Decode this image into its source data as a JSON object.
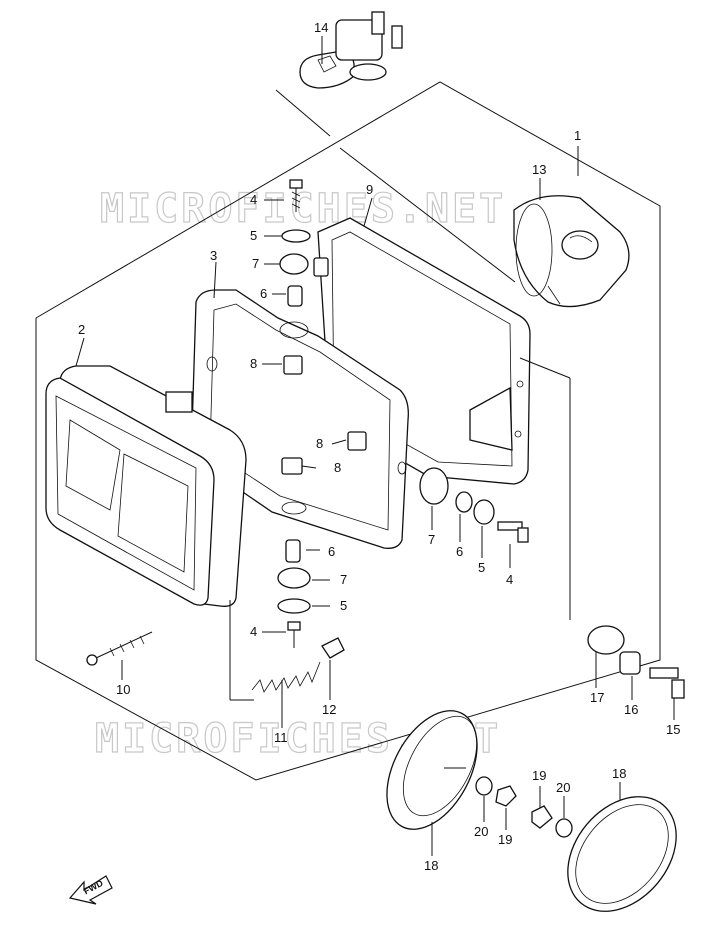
{
  "watermark": {
    "top": "MICROFICHES.NET",
    "bottom": "MICROFICHES.NET"
  },
  "fwd_label": "FWD",
  "callouts": [
    {
      "id": "c1",
      "text": "1"
    },
    {
      "id": "c2",
      "text": "2"
    },
    {
      "id": "c3",
      "text": "3"
    },
    {
      "id": "c4a",
      "text": "4"
    },
    {
      "id": "c4b",
      "text": "4"
    },
    {
      "id": "c4c",
      "text": "4"
    },
    {
      "id": "c5a",
      "text": "5"
    },
    {
      "id": "c5b",
      "text": "5"
    },
    {
      "id": "c5c",
      "text": "5"
    },
    {
      "id": "c6a",
      "text": "6"
    },
    {
      "id": "c6b",
      "text": "6"
    },
    {
      "id": "c6c",
      "text": "6"
    },
    {
      "id": "c7a",
      "text": "7"
    },
    {
      "id": "c7b",
      "text": "7"
    },
    {
      "id": "c7c",
      "text": "7"
    },
    {
      "id": "c8a",
      "text": "8"
    },
    {
      "id": "c8b",
      "text": "8"
    },
    {
      "id": "c8c",
      "text": "8"
    },
    {
      "id": "c9",
      "text": "9"
    },
    {
      "id": "c10",
      "text": "10"
    },
    {
      "id": "c11",
      "text": "11"
    },
    {
      "id": "c12",
      "text": "12"
    },
    {
      "id": "c13",
      "text": "13"
    },
    {
      "id": "c14",
      "text": "14"
    },
    {
      "id": "c15",
      "text": "15"
    },
    {
      "id": "c16",
      "text": "16"
    },
    {
      "id": "c17",
      "text": "17"
    },
    {
      "id": "c18a",
      "text": "18"
    },
    {
      "id": "c18b",
      "text": "18"
    },
    {
      "id": "c19a",
      "text": "19"
    },
    {
      "id": "c19b",
      "text": "19"
    },
    {
      "id": "c20a",
      "text": "20"
    },
    {
      "id": "c20b",
      "text": "20"
    }
  ]
}
